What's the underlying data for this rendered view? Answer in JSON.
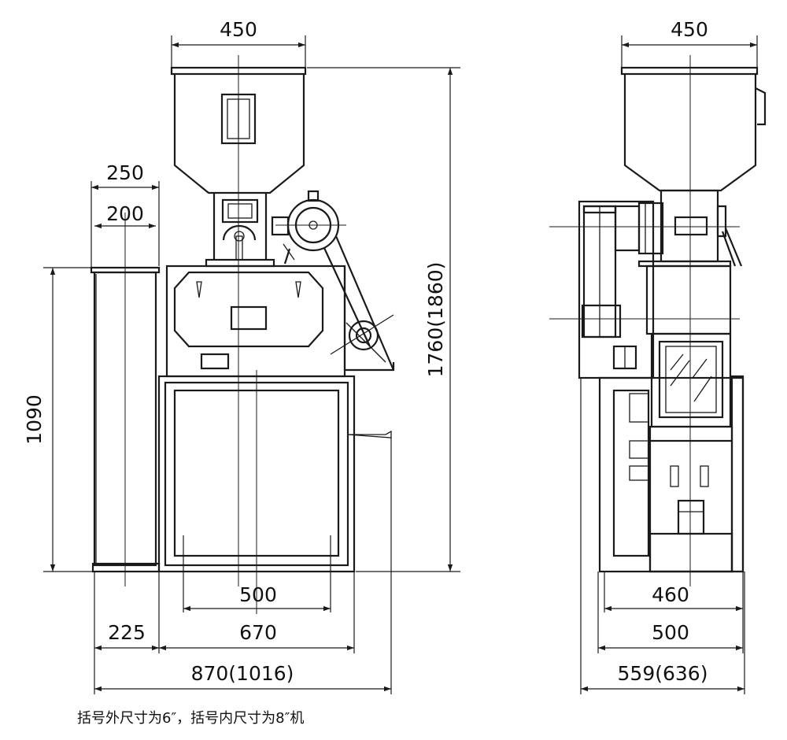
{
  "front_view": {
    "dims": {
      "hopper_width": "450",
      "spout_outer": "250",
      "spout_inner": "200",
      "spout_height": "1090",
      "overall_height": "1760(1860)",
      "cabinet_inner": "500",
      "body_width": "670",
      "spout_width": "225",
      "overall_width": "870(1016)"
    }
  },
  "side_view": {
    "dims": {
      "hopper_width": "450",
      "inner_width": "460",
      "body_width": "500",
      "overall_depth": "559(636)"
    }
  },
  "note": "括号外尺寸为6″，括号内尺寸为8″机"
}
